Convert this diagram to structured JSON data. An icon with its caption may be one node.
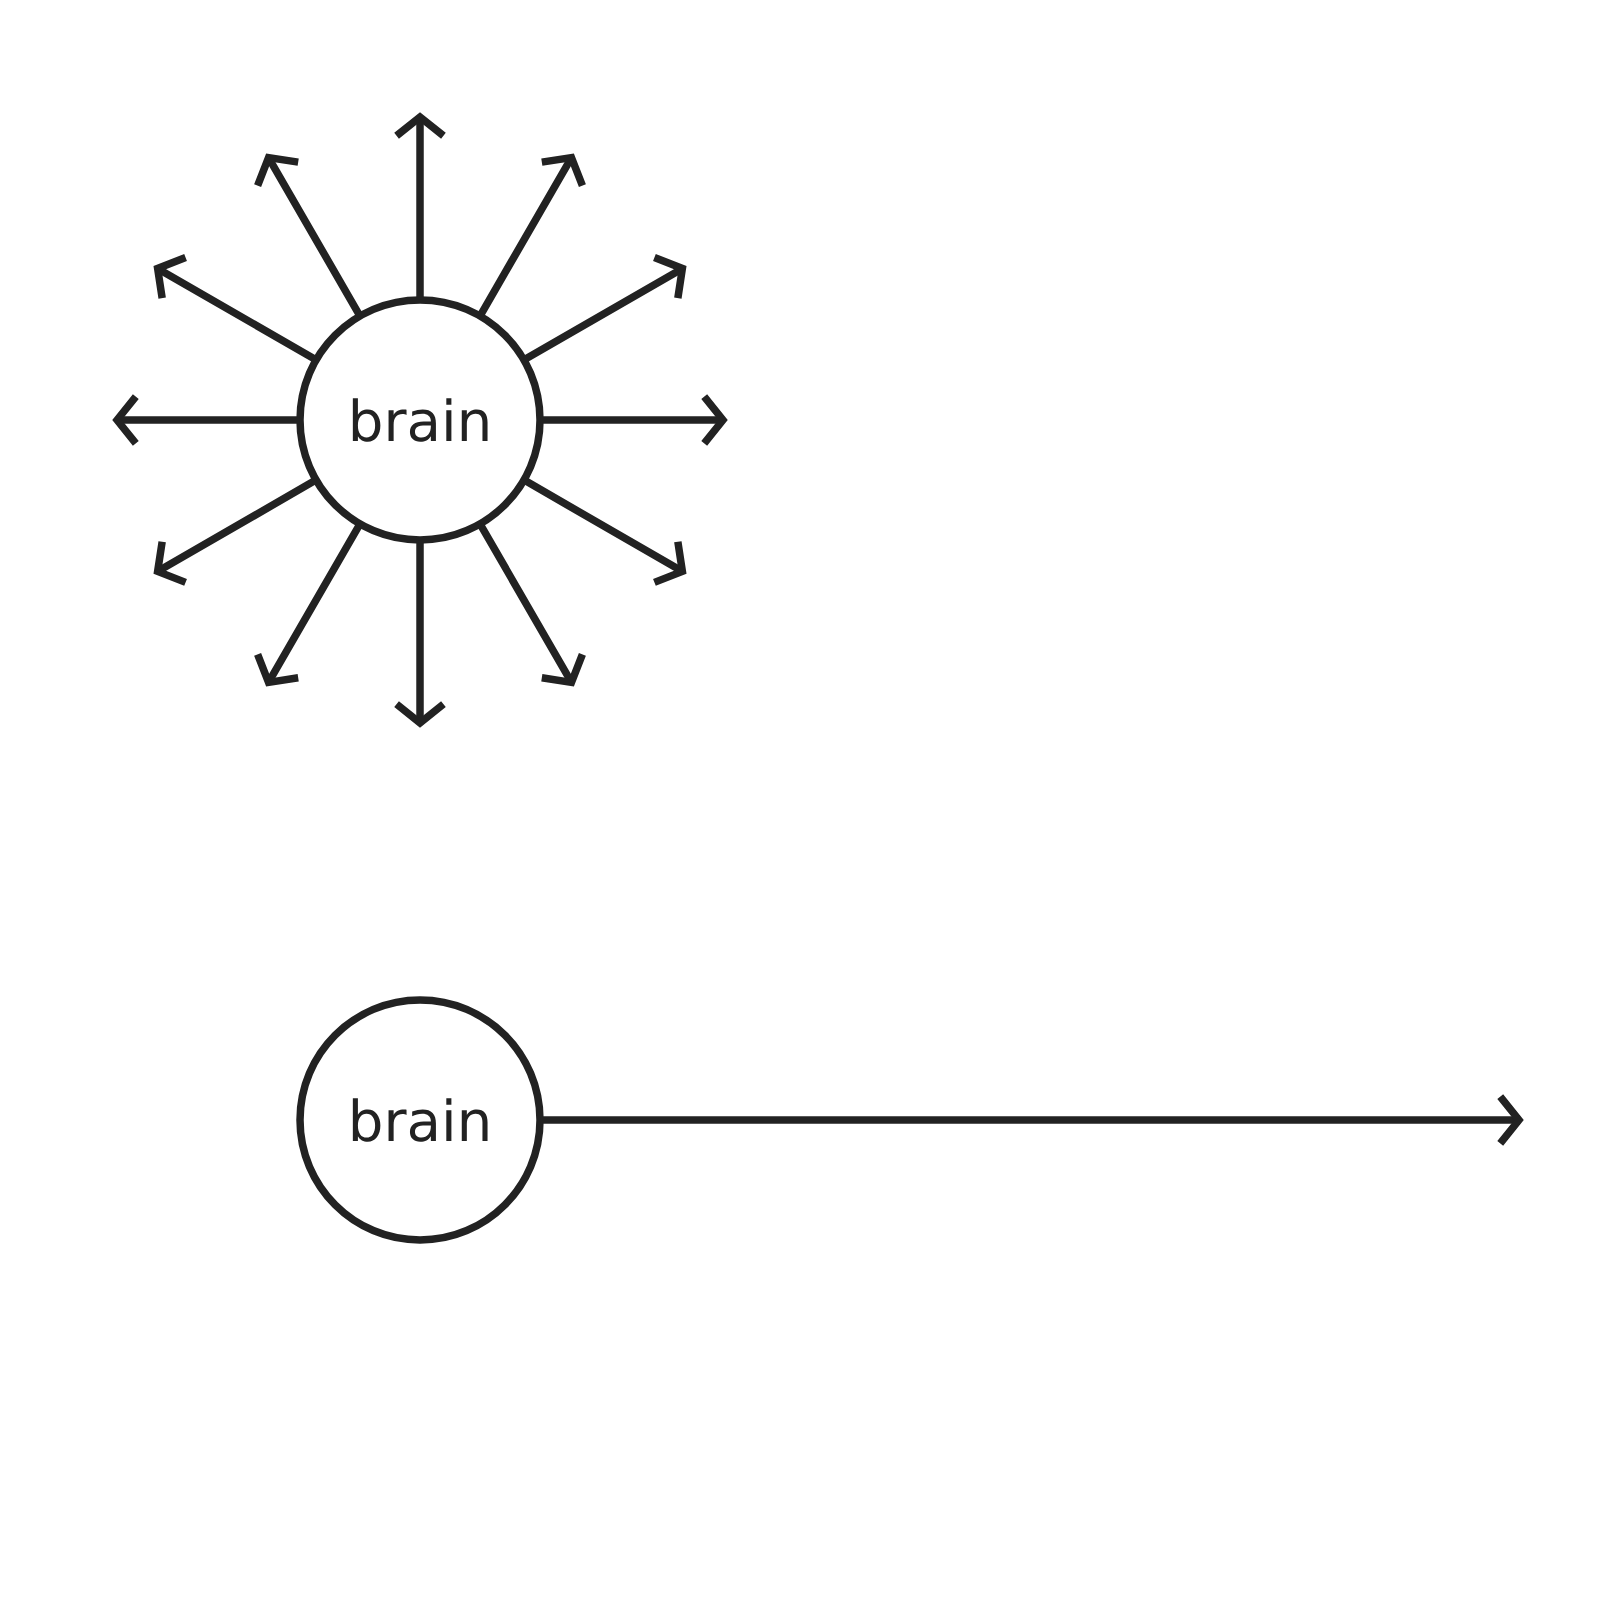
{
  "diagram": {
    "nodes": [
      {
        "text": [
          "brain"
        ]
      },
      {
        "text": [
          "brain"
        ]
      }
    ],
    "edges": [
      {
        "from": 0,
        "to": null,
        "arrow": "to"
      },
      {
        "from": 0,
        "to": null,
        "arrow": "to"
      },
      {
        "from": 0,
        "to": null,
        "arrow": "to"
      },
      {
        "from": 0,
        "to": null,
        "arrow": "to"
      },
      {
        "from": 0,
        "to": null,
        "arrow": "to"
      },
      {
        "from": 0,
        "to": null,
        "arrow": "to"
      },
      {
        "from": 0,
        "to": null,
        "arrow": "to"
      },
      {
        "from": 0,
        "to": null,
        "arrow": "to"
      },
      {
        "from": 0,
        "to": null,
        "arrow": "to"
      },
      {
        "from": 0,
        "to": null,
        "arrow": "to"
      },
      {
        "from": 0,
        "to": null,
        "arrow": "to"
      },
      {
        "from": 0,
        "to": null,
        "arrow": "to"
      },
      {
        "from": 1,
        "to": null,
        "arrow": "to"
      }
    ]
  }
}
